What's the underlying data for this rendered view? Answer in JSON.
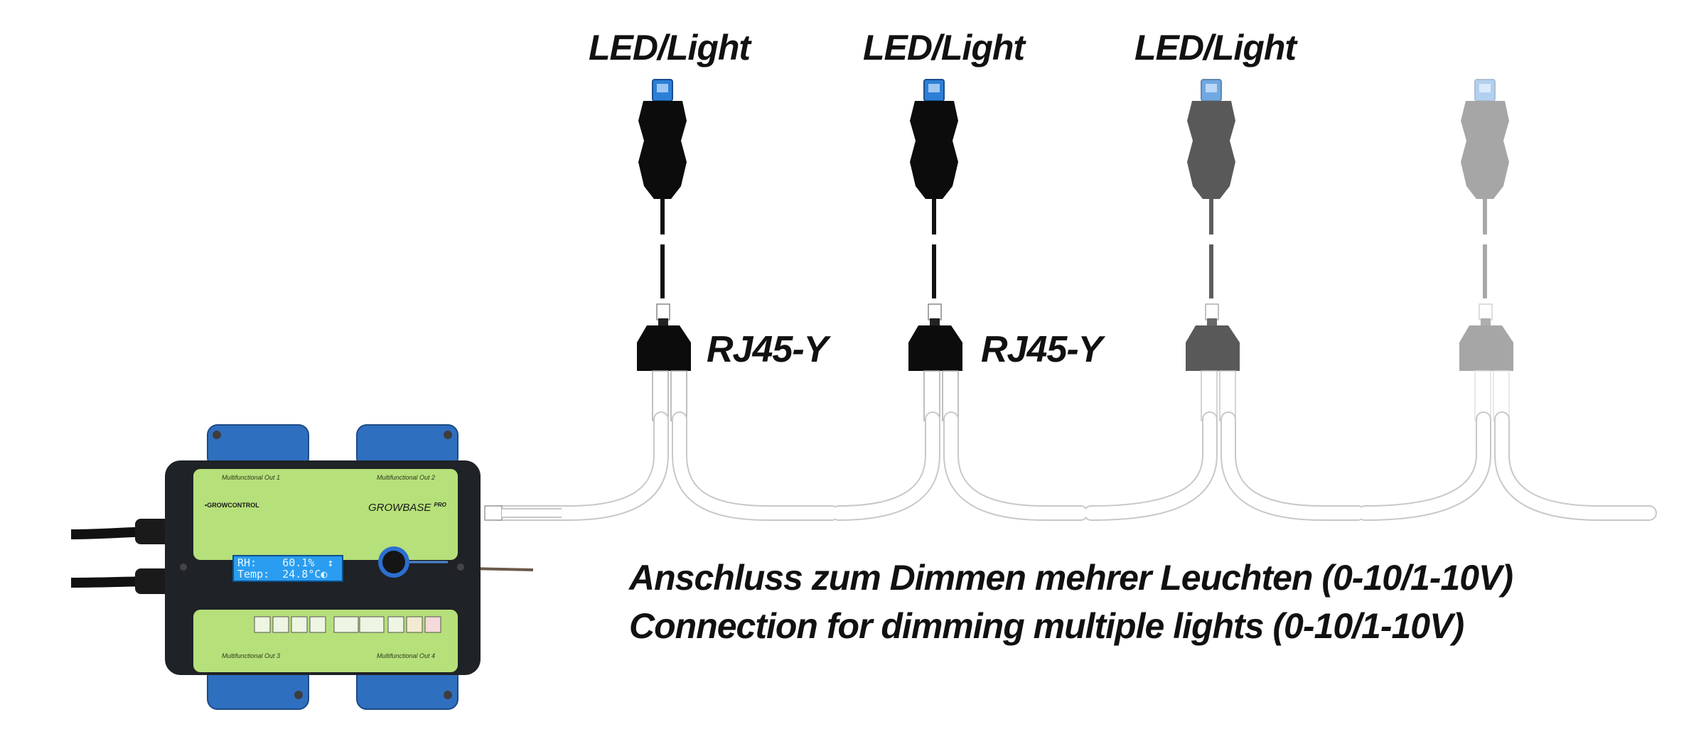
{
  "labels": {
    "led_light": [
      "LED/Light",
      "LED/Light",
      "LED/Light"
    ],
    "rj45": [
      "RJ45-Y",
      "RJ45-Y"
    ]
  },
  "caption": {
    "line_de": "Anschluss zum Dimmen mehrer  Leuchten (0-10/1-10V)",
    "line_en": "Connection for dimming multiple lights (0-10/1-10V)"
  },
  "device": {
    "brand": "GROWCONTROL",
    "brand_prefix": "▪",
    "model": "GROWBASE",
    "model_suffix": "PRO",
    "out1": "Multifunctional Out 1",
    "out2": "Multifunctional Out 2",
    "out3": "Multifunctional Out 3",
    "out4": "Multifunctional Out 4",
    "lcd_line1": "RH:    60.1%  ↕",
    "lcd_line2": "Temp:  24.8°C◐",
    "body_color": "#1f2226",
    "panel_color": "#b6e07a",
    "socket_color": "#2f6fbf",
    "lcd_color": "#2a9df0"
  },
  "icons": [
    "thermometer-icon",
    "humidity-icon",
    "co2-icon",
    "timer-icon",
    "fan-icon",
    "fan-heater-icon",
    "heater-icon",
    "light-icon",
    "clock-icon"
  ]
}
